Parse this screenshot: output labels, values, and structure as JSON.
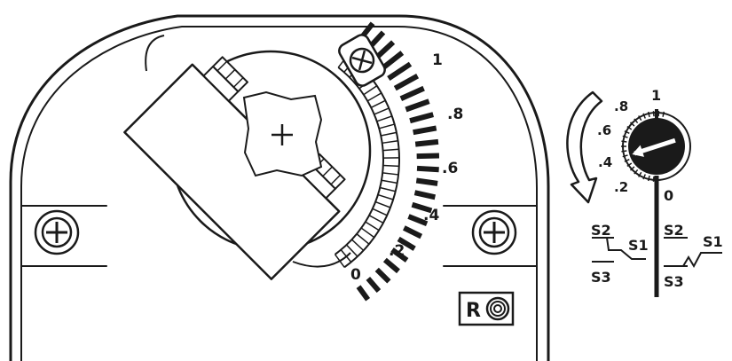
{
  "scale": {
    "labels": [
      "0",
      ".2",
      ".4",
      ".6",
      ".8",
      "1"
    ]
  },
  "switch_dial": {
    "labels": [
      ".2",
      ".4",
      ".6",
      ".8",
      "1"
    ],
    "zero_label": "0",
    "pointer_value": 0.4
  },
  "switch_diagram": {
    "left": {
      "s2": "S2",
      "s1": "S1",
      "s3": "S3"
    },
    "right": {
      "s2": "S2",
      "s1": "S1",
      "s3": "S3"
    }
  },
  "logo": {
    "letter": "R"
  },
  "colors": {
    "ink": "#1a1a1a",
    "background": "#ffffff"
  }
}
